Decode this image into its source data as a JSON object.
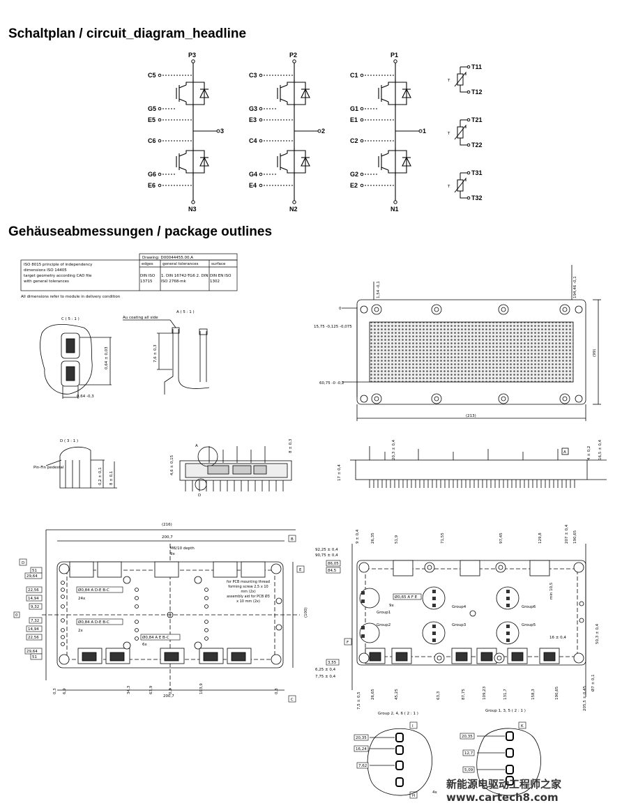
{
  "headings": {
    "circuit": "Schaltplan / circuit_diagram_headline",
    "package": "Gehäuseabmessungen / package outlines"
  },
  "circuit": {
    "phases": [
      {
        "top_pin": "P3",
        "bottom_pin": "N3",
        "out": "3",
        "c_hi": "C5",
        "g_hi": "G5",
        "e_hi": "E5",
        "c_lo": "C6",
        "g_lo": "G6",
        "e_lo": "E6"
      },
      {
        "top_pin": "P2",
        "bottom_pin": "N2",
        "out": "2",
        "c_hi": "C3",
        "g_hi": "G3",
        "e_hi": "E3",
        "c_lo": "C4",
        "g_lo": "G4",
        "e_lo": "E4"
      },
      {
        "top_pin": "P1",
        "bottom_pin": "N1",
        "out": "1",
        "c_hi": "C1",
        "g_hi": "G1",
        "e_hi": "E1",
        "c_lo": "C2",
        "g_lo": "G2",
        "e_lo": "E2"
      }
    ],
    "ntc": [
      {
        "a": "T11",
        "b": "T12"
      },
      {
        "a": "T21",
        "b": "T22"
      },
      {
        "a": "T31",
        "b": "T32"
      }
    ],
    "ntc_symbol": "T"
  },
  "title_block": {
    "notes": [
      "ISO 8015 principle of independency",
      "dimensions ISO 14405",
      "target geometry according CAD file",
      "with general tolerances"
    ],
    "drawing": "Drawing: D00044455.00.A",
    "headers": [
      "edges",
      "general tolerances",
      "surface"
    ],
    "values": [
      "DIN ISO 13715",
      "1. DIN 16742-TG6  2. DIN ISO 2768-mk",
      "DIN EN ISO 1302"
    ],
    "footer": "All dimensions refer to module in delivery condition"
  },
  "details": {
    "c": "C ( 5 : 1 )",
    "a": "A ( 5 : 1 )",
    "d": "D ( 3 : 1 )",
    "au": "Au coating all side",
    "pinfin": "Pin-Fin pedestal",
    "dims": {
      "c1": "0,64 ± 0,03",
      "c2": "0,64 -0,3",
      "a1": "7,6 ± 0,3",
      "d1": "0,2 ± 0,1",
      "d2": "8 ± 0,1"
    }
  },
  "top_view": {
    "dims": {
      "w": "(213)",
      "h": "(99)",
      "d1": "15,75 -0,125 -0,075",
      "d2": "60,75 -0 -0,2",
      "d3": "1,54 -0,1",
      "d4": "194,46 -0,1",
      "zero": "0"
    }
  },
  "side_views": {
    "left": {
      "d1": "4,6 ± 0,15",
      "d2": "8 ± 0,3",
      "label_a": "A",
      "label_d": "D"
    },
    "right": {
      "d1": "17 ± 0,4",
      "d2": "20,3 ± 0,4",
      "d3": "4 ± 0,2",
      "d4": "16,5 ± 0,4",
      "datum": "A"
    }
  },
  "bottom_left": {
    "dims": {
      "w1": "(216)",
      "w2": "200,7",
      "w3": "200,7",
      "h": "(100)",
      "screw": "M6/10 depth",
      "screw_n": "9x",
      "n24": "24x",
      "n2": "2x",
      "n6": "6x",
      "tol1": "Ø0,84 A D-E B-C",
      "tol2": "Ø0,84 A D-E B-C",
      "tol3": "Ø0,84 A E B-C"
    },
    "left_dims": [
      "51",
      "29,64",
      "22,56",
      "14,94",
      "9,32",
      "0",
      "7,32",
      "14,94",
      "22,56",
      "29,64",
      "51"
    ],
    "bottom_dims": [
      "0,3",
      "6,9",
      "34,3",
      "63,9",
      "0,3",
      "103,9",
      "0,3"
    ],
    "note1": "for PCB mounting thread forming screw  2,5 x 10 mm (2x)",
    "note2": "assembly aid for PCB  Ø3 x 10 mm (2x)",
    "datums": [
      "D",
      "B",
      "E",
      "C"
    ]
  },
  "bottom_right": {
    "left_dims": [
      "92,25 ± 0,4",
      "90,75 ± 0,4",
      "86,05",
      "84,5",
      "3,55",
      "6,25 ± 0,4",
      "7,75 ± 0,4",
      "7,5 ± 0,5"
    ],
    "top_dims": [
      "9 ± 0,4",
      "26,35",
      "51,9",
      "71,55",
      "97,45",
      "129,8",
      "207 ± 0,4",
      "190,65"
    ],
    "bottom_dims": [
      "26,65",
      "45,25",
      "63,3",
      "87,75",
      "109,23",
      "131,7",
      "158,3",
      "190,65"
    ],
    "right_dims": [
      "205,5 ± 0,45",
      "Ø7 ± 0,1",
      "16 ± 0,4",
      "50,3 ± 0,4",
      "min 10,5"
    ],
    "groups": [
      "Group1",
      "Group2",
      "Group3",
      "Group4",
      "Group5",
      "Group6"
    ],
    "group_caption_left": "Group 2, 4, 6 ( 2 : 1 )",
    "group_caption_right": "Group 1, 3, 5 ( 2 : 1 )",
    "tol": "Ø0,65 A F E",
    "n9": "9x",
    "datums": [
      "F",
      "I",
      "K",
      "H"
    ],
    "g1_dims": [
      "20,35",
      "16,24",
      "7,62"
    ],
    "g2_dims": [
      "20,35",
      "12,7",
      "5,09"
    ],
    "n4": "4x"
  },
  "watermark": "新能源电驱动工程师之家  www.cartech8.com"
}
